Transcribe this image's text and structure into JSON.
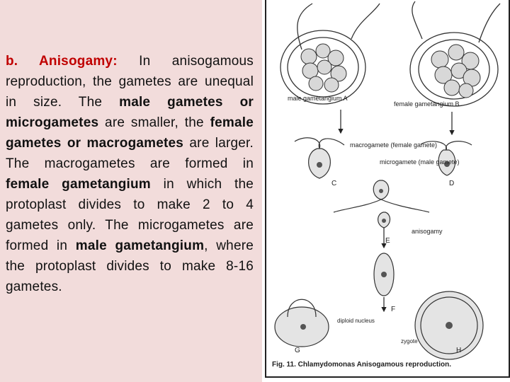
{
  "text": {
    "heading": "b. Anisogamy:",
    "intro": " In anisogamous reproduction, the gametes are unequal in size. The ",
    "b1": "male gametes or microgametes",
    "t2": " are smaller, the ",
    "b2": "female gametes or macrogametes",
    "t3": " are larger. The macrogametes are formed in ",
    "b3": "female gametangium",
    "t4": " in which the protoplast divides to make 2 to 4 gametes only. The microgametes are formed in ",
    "b4": "male gametangium",
    "t5": ", where the protoplast divides to make 8-16 gametes."
  },
  "figure": {
    "label_male_gametangium": "male gametangium A",
    "label_female_gametangium": "female gametangium B",
    "label_macrogamete": "macrogamete (female gamete)",
    "label_microgamete": "microgamete (male gamete)",
    "label_c": "C",
    "label_d": "D",
    "label_anisogamy": "anisogamy",
    "label_e": "E",
    "label_f": "F",
    "label_diploid": "diploid nucleus",
    "label_zygote": "zygote",
    "label_g": "G",
    "label_h": "H",
    "caption": "Fig. 11. Chlamydomonas Anisogamous reproduction."
  },
  "colors": {
    "left_bg": "#f2dcdb",
    "heading": "#c00000"
  }
}
